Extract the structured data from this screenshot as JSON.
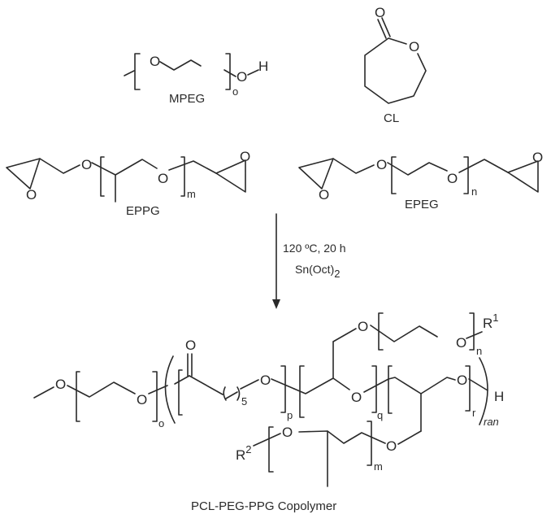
{
  "reactants": {
    "mpeg": {
      "label": "MPEG",
      "atoms": {
        "o1": "O",
        "o2": "O",
        "h": "H"
      },
      "repeat": "o"
    },
    "cl": {
      "label": "CL",
      "atoms": {
        "carbonyl_o": "O",
        "ring_o": "O"
      }
    },
    "eppg": {
      "label": "EPPG",
      "atoms": {
        "ep1": "O",
        "link1": "O",
        "link2": "O",
        "ep2": "O"
      },
      "repeat": "m"
    },
    "epeg": {
      "label": "EPEG",
      "atoms": {
        "ep1": "O",
        "link1": "O",
        "link2": "O",
        "ep2": "O"
      },
      "repeat": "n"
    }
  },
  "conditions": {
    "line1": "120 ºC, 20 h",
    "catalyst": "Sn(Oct)",
    "catalyst_sub": "2"
  },
  "product": {
    "label": "PCL-PEG-PPG Copolymer",
    "atoms": {
      "o_methoxy": "O",
      "o_peg_end": "O",
      "o_carbonyl": "O",
      "o_ester": "O",
      "o_q": "O",
      "o_r": "O",
      "o_side_top": "O",
      "o_side_top2": "O",
      "o_side_bot": "O",
      "o_side_bot2": "O",
      "h": "H",
      "r1": "R",
      "r1_sup": "1",
      "r2": "R",
      "r2_sup": "2"
    },
    "subscripts": {
      "o": "o",
      "ch2": "5",
      "p": "p",
      "q": "q",
      "r": "r",
      "n": "n",
      "m": "m",
      "ran": "ran"
    }
  }
}
